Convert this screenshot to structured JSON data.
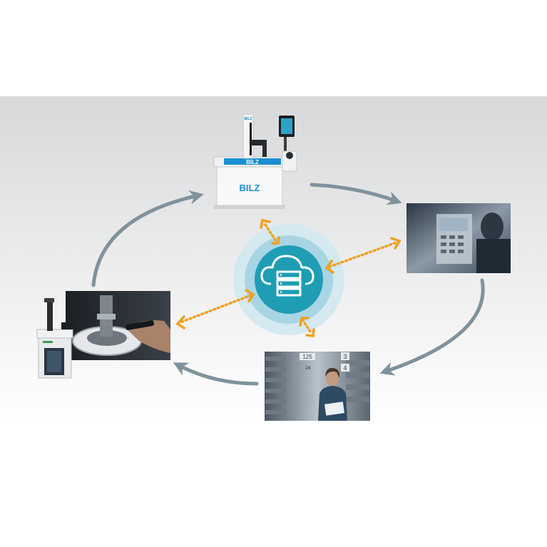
{
  "machine": {
    "brand_label": "BILZ",
    "brand_label_small": "BILZ"
  },
  "storage": {
    "bin_numbers": [
      "125",
      "3",
      "4",
      "24"
    ]
  },
  "colors": {
    "background_top": "#d9dadb",
    "background_bottom": "#ffffff",
    "flow_arrow": "#7f929c",
    "data_arrow": "#f0a020",
    "cloud_hub_outer": "#d4e9f0",
    "cloud_hub_mid": "#a8d5e3",
    "cloud_hub_inner": "#1e9db4",
    "brand_blue": "#1a8fd1"
  },
  "icons": {
    "hub": "cloud-server-icon"
  }
}
